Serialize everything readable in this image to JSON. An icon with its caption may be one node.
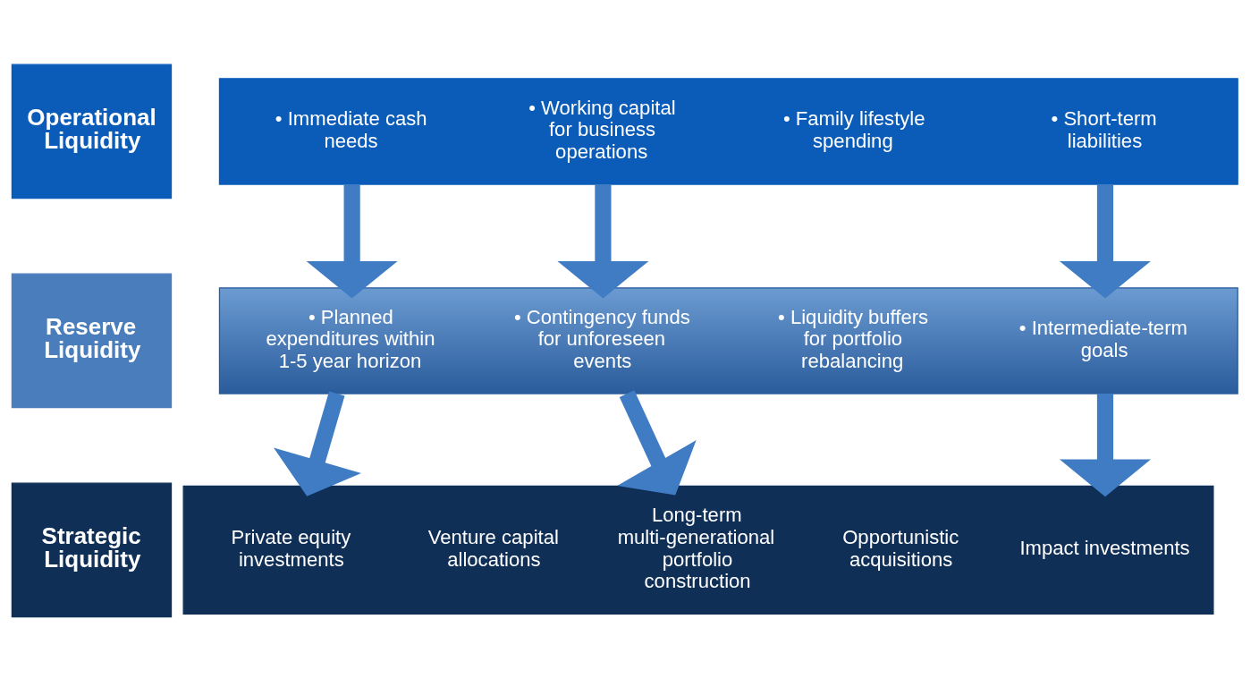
{
  "diagram": {
    "nodes": [
      {
        "text": [
          "Operational Liquidity"
        ]
      },
      {
        "text": [],
        "shape": "box"
      },
      {
        "text": [
          "• Immediate cash needs"
        ],
        "in": 1
      },
      {
        "text": [
          "• Working capital for business operations"
        ],
        "in": 1
      },
      {
        "text": [
          "• Family lifestyle spending"
        ],
        "in": 1
      },
      {
        "text": [
          "• Short-term liabilities"
        ],
        "in": 1
      },
      {
        "text": [
          "Reserve Liquidity"
        ]
      },
      {
        "text": [],
        "shape": "box"
      },
      {
        "text": [
          "• Planned expenditures within 1-5 year horizon"
        ],
        "in": 7
      },
      {
        "text": [
          "• Contingency funds for unforeseen events"
        ],
        "in": 7
      },
      {
        "text": [
          "• Liquidity buffers for portfolio rebalancing"
        ],
        "in": 7
      },
      {
        "text": [
          "• Intermediate-term goals"
        ],
        "in": 7
      },
      {
        "text": [
          "Strategic Liquidity"
        ]
      },
      {
        "text": [],
        "shape": "box"
      },
      {
        "text": [
          "Private equity investments"
        ],
        "in": 13
      },
      {
        "text": [
          "Venture capital allocations"
        ],
        "in": 13
      },
      {
        "text": [
          "Long-term multi-generational portfolio construction"
        ],
        "in": 13
      },
      {
        "text": [
          "Opportunistic acquisitions"
        ],
        "in": 13
      },
      {
        "text": [
          "Impact investments"
        ],
        "in": 13
      }
    ],
    "edges": [
      {
        "from": 1,
        "to": 7,
        "arrow": "to"
      },
      {
        "from": 1,
        "to": 7,
        "arrow": "to"
      },
      {
        "from": 1,
        "to": 7,
        "arrow": "to"
      },
      {
        "from": 7,
        "to": 13,
        "arrow": "to"
      },
      {
        "from": 7,
        "to": 13,
        "arrow": "to"
      },
      {
        "from": 7,
        "to": 13,
        "arrow": "to"
      }
    ]
  }
}
